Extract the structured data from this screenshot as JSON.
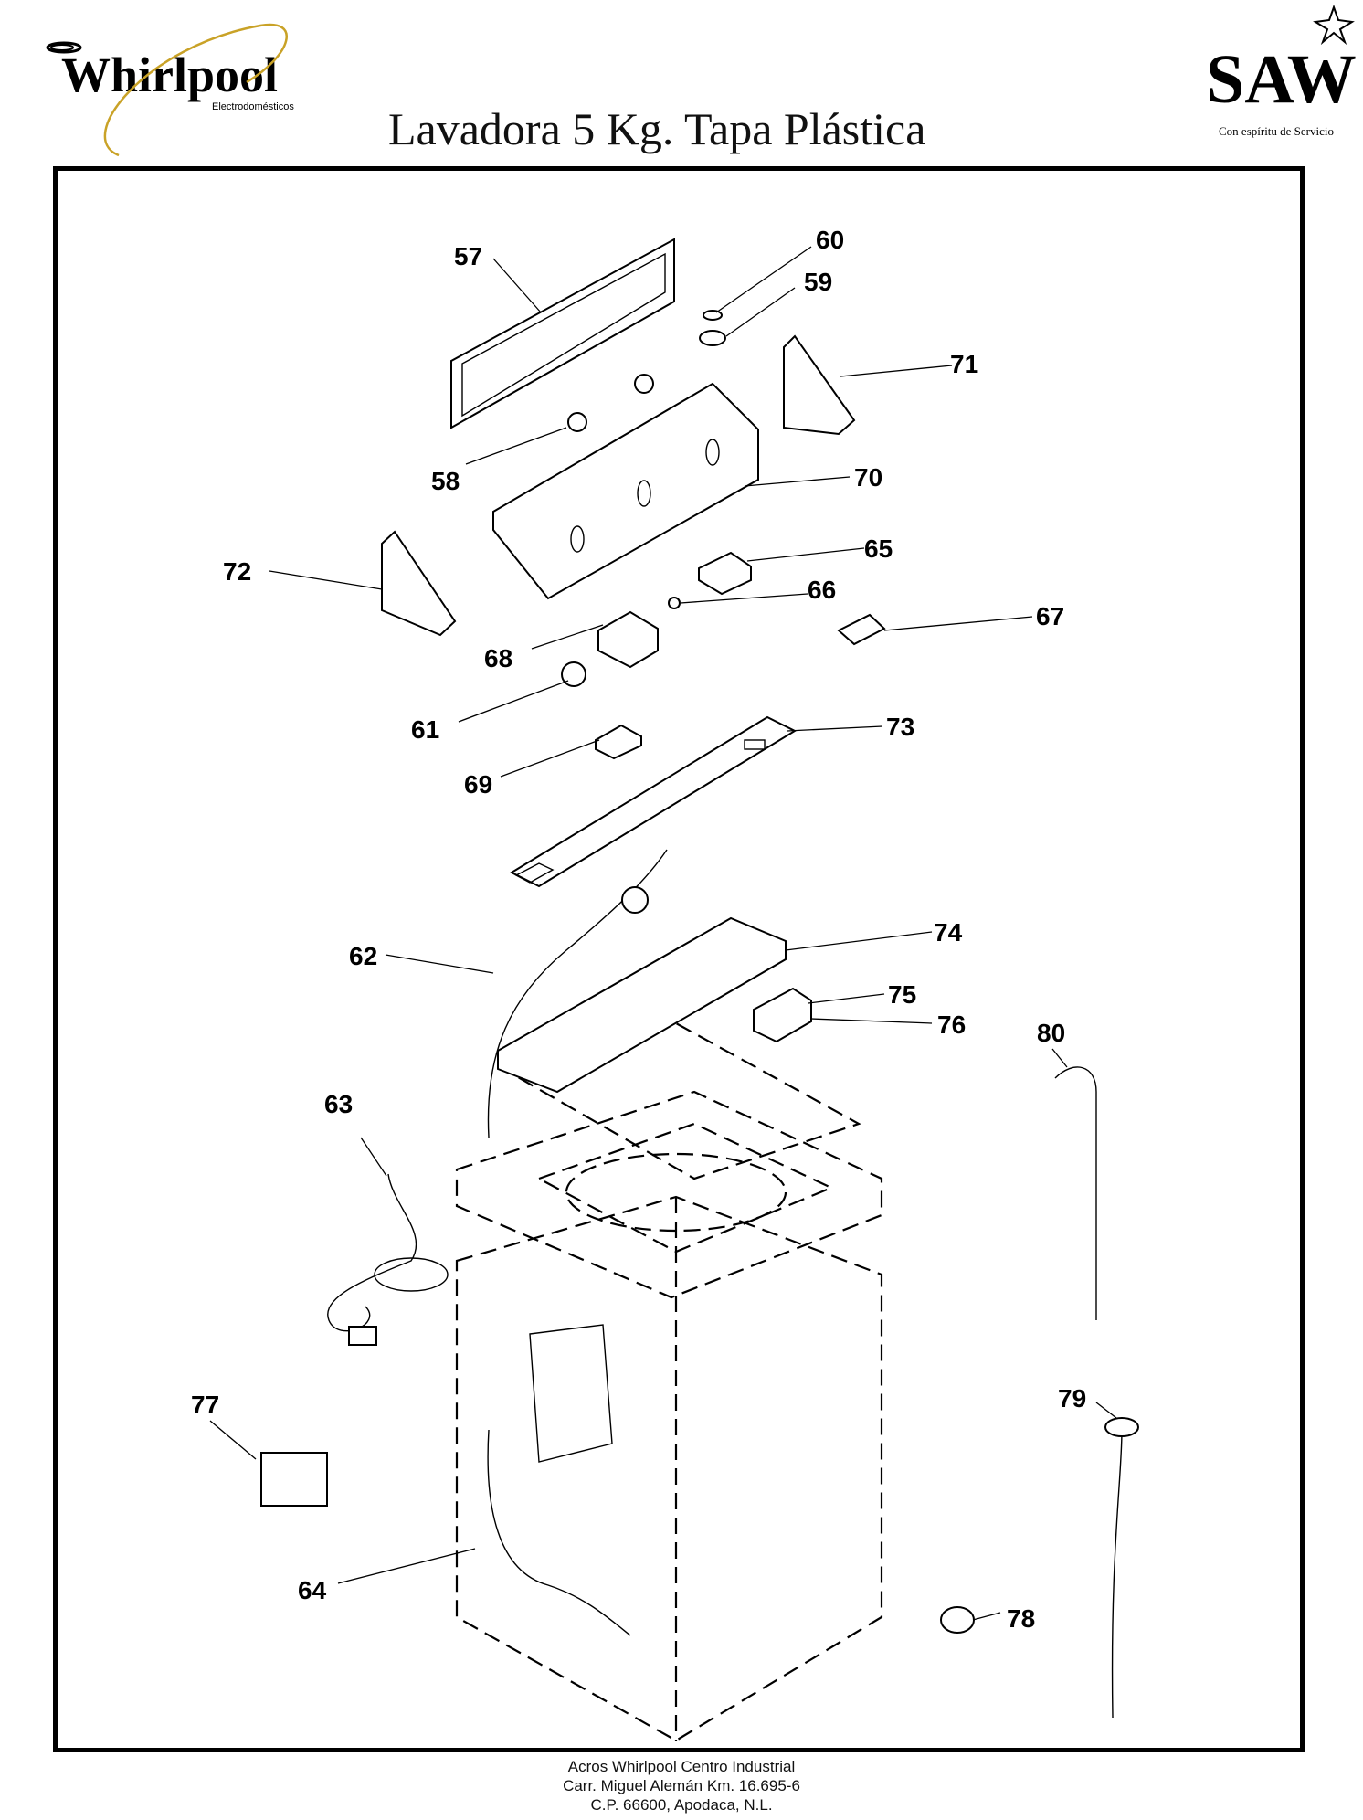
{
  "header": {
    "brand_left": "Whirlpool",
    "brand_left_sub": "Electrodomésticos",
    "brand_right": "SAW",
    "brand_right_tagline": "Con espíritu de Servicio",
    "title": "Lavadora 5 Kg. Tapa Plástica"
  },
  "callouts": {
    "c57": "57",
    "c58": "58",
    "c59": "59",
    "c60": "60",
    "c61": "61",
    "c62": "62",
    "c63": "63",
    "c64": "64",
    "c65": "65",
    "c66": "66",
    "c67": "67",
    "c68": "68",
    "c69": "69",
    "c70": "70",
    "c71": "71",
    "c72": "72",
    "c73": "73",
    "c74": "74",
    "c75": "75",
    "c76": "76",
    "c77": "77",
    "c78": "78",
    "c79": "79",
    "c80": "80"
  },
  "footer": {
    "line1": "Acros Whirlpool Centro Industrial",
    "line2": "Carr. Miguel Alemán Km. 16.695-6",
    "line3": "C.P. 66600, Apodaca, N.L."
  },
  "colors": {
    "whirlpool_swoosh": "#c9a227",
    "ink": "#000000"
  }
}
